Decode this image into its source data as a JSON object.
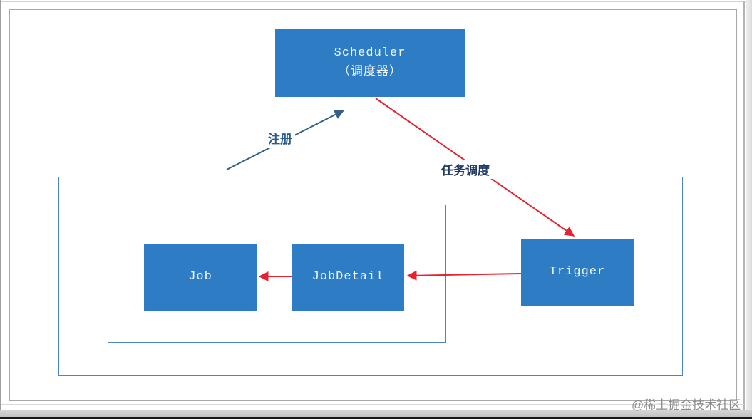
{
  "diagram": {
    "nodes": {
      "scheduler": {
        "line1": "Scheduler",
        "line2": "（调度器）"
      },
      "job": {
        "label": "Job"
      },
      "job_detail": {
        "label": "JobDetail"
      },
      "trigger": {
        "label": "Trigger"
      }
    },
    "edge_labels": {
      "register": "注册",
      "task_schedule": "任务调度"
    },
    "colors": {
      "node_fill": "#2e7cc3",
      "node_text": "#eef5fb",
      "container_border": "#4a86c2",
      "blue_arrow": "#336089",
      "red_arrow": "#e8202f",
      "register_label_color": "#2b5d8c",
      "schedule_label_color": "#1f3864",
      "watermark_color": "#8c8c8c"
    },
    "watermark": "@稀土掘金技术社区"
  }
}
